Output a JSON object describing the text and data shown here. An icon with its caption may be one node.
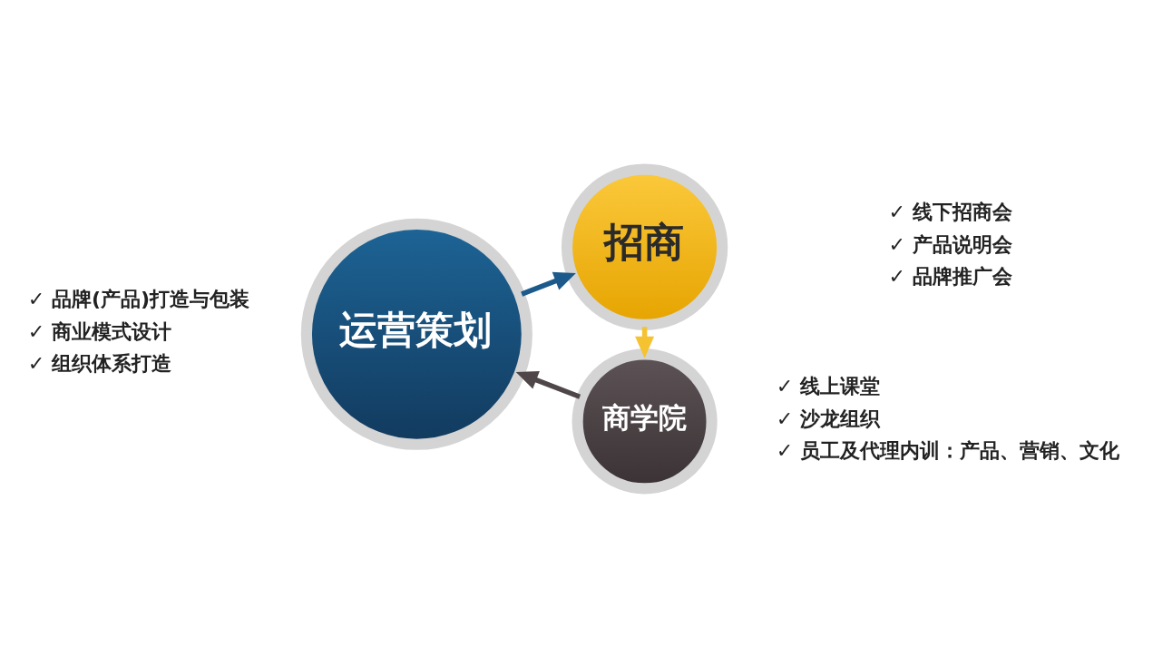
{
  "diagram": {
    "nodes": [
      {
        "text": [
          "运营策划"
        ],
        "beside": [
          "✓ 品牌(产品)打造与包装",
          "✓ 商业模式设计",
          "✓ 组织体系打造"
        ]
      },
      {
        "text": [
          "招商"
        ],
        "beside": [
          "✓ 线下招商会",
          "✓ 产品说明会",
          "✓ 品牌推广会"
        ]
      },
      {
        "text": [
          "商学院"
        ],
        "beside": [
          "✓ 线上课堂",
          "✓ 沙龙组织",
          "✓ 员工及代理内训：产品、营销、文化"
        ]
      }
    ],
    "edges": [
      {
        "from": 0,
        "to": 1,
        "arrow": "to",
        "color": "#1b5a8a"
      },
      {
        "from": 1,
        "to": 2,
        "arrow": "to",
        "color": "#f5c232"
      },
      {
        "from": 2,
        "to": 0,
        "arrow": "to",
        "color": "#4f4649"
      }
    ]
  }
}
